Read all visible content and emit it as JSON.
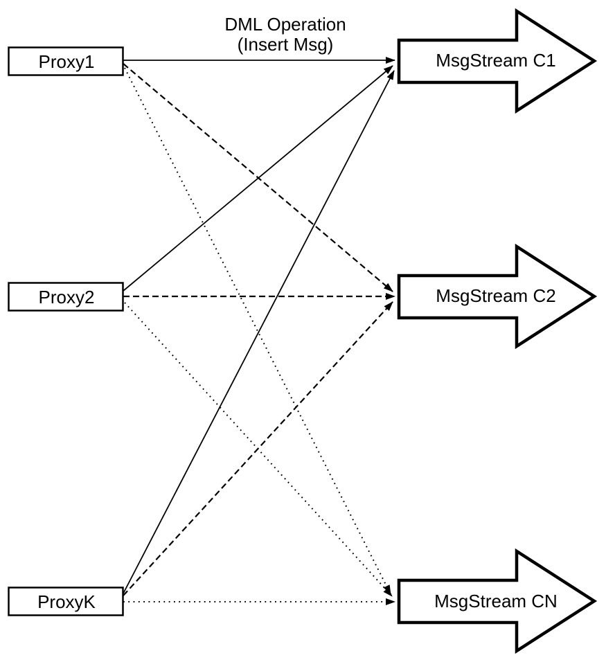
{
  "diagram": {
    "title": {
      "line1": "DML Operation",
      "line2": "(Insert Msg)"
    },
    "proxies": [
      {
        "label": "Proxy1"
      },
      {
        "label": "Proxy2"
      },
      {
        "label": "ProxyK"
      }
    ],
    "streams": [
      {
        "label": "MsgStream C1"
      },
      {
        "label": "MsgStream C2"
      },
      {
        "label": "MsgStream CN"
      }
    ],
    "edges": [
      {
        "from": "Proxy1",
        "to": "MsgStream C1",
        "style": "solid"
      },
      {
        "from": "Proxy1",
        "to": "MsgStream C2",
        "style": "dashed"
      },
      {
        "from": "Proxy1",
        "to": "MsgStream CN",
        "style": "dotted"
      },
      {
        "from": "Proxy2",
        "to": "MsgStream C1",
        "style": "solid"
      },
      {
        "from": "Proxy2",
        "to": "MsgStream C2",
        "style": "dashed"
      },
      {
        "from": "Proxy2",
        "to": "MsgStream CN",
        "style": "dotted"
      },
      {
        "from": "ProxyK",
        "to": "MsgStream C1",
        "style": "solid"
      },
      {
        "from": "ProxyK",
        "to": "MsgStream C2",
        "style": "dashed"
      },
      {
        "from": "ProxyK",
        "to": "MsgStream CN",
        "style": "dotted"
      }
    ],
    "colors": {
      "background": "#ffffff",
      "stroke": "#000000",
      "shape_fill": "#ffffff"
    }
  }
}
